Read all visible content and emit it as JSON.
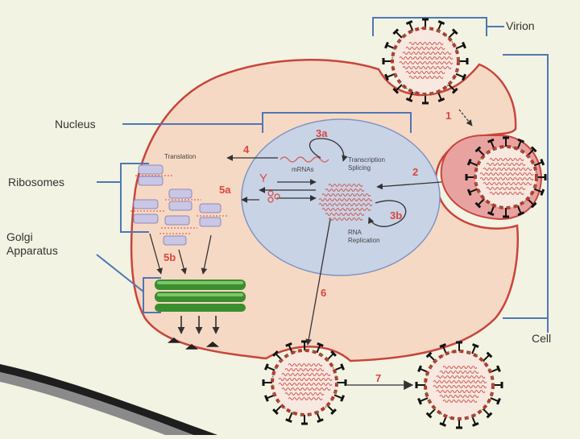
{
  "labels": {
    "virion": "Virion",
    "nucleus": "Nucleus",
    "ribosomes": "Ribosomes",
    "golgi_line1": "Golgi",
    "golgi_line2": "Apparatus",
    "cell": "Cell"
  },
  "notes": {
    "translation": "Translation",
    "mrnas": "mRNAs",
    "transcription_line1": "Transcription",
    "transcription_line2": "Splicing",
    "replication_line1": "RNA",
    "replication_line2": "Replication"
  },
  "steps": {
    "s1": "1",
    "s2": "2",
    "s3a": "3a",
    "s3b": "3b",
    "s4": "4",
    "s5a": "5a",
    "s5b": "5b",
    "s6": "6",
    "s7": "7"
  },
  "colors": {
    "background": "#f2f3e2",
    "cytoplasm": "#f6d9c4",
    "cell_membrane": "#c9443c",
    "nucleus_fill": "#c9d3e6",
    "nucleus_border": "#7f95c2",
    "bracket": "#4f77b5",
    "golgi": "#3a8e2e",
    "step_text": "#d9463f"
  }
}
